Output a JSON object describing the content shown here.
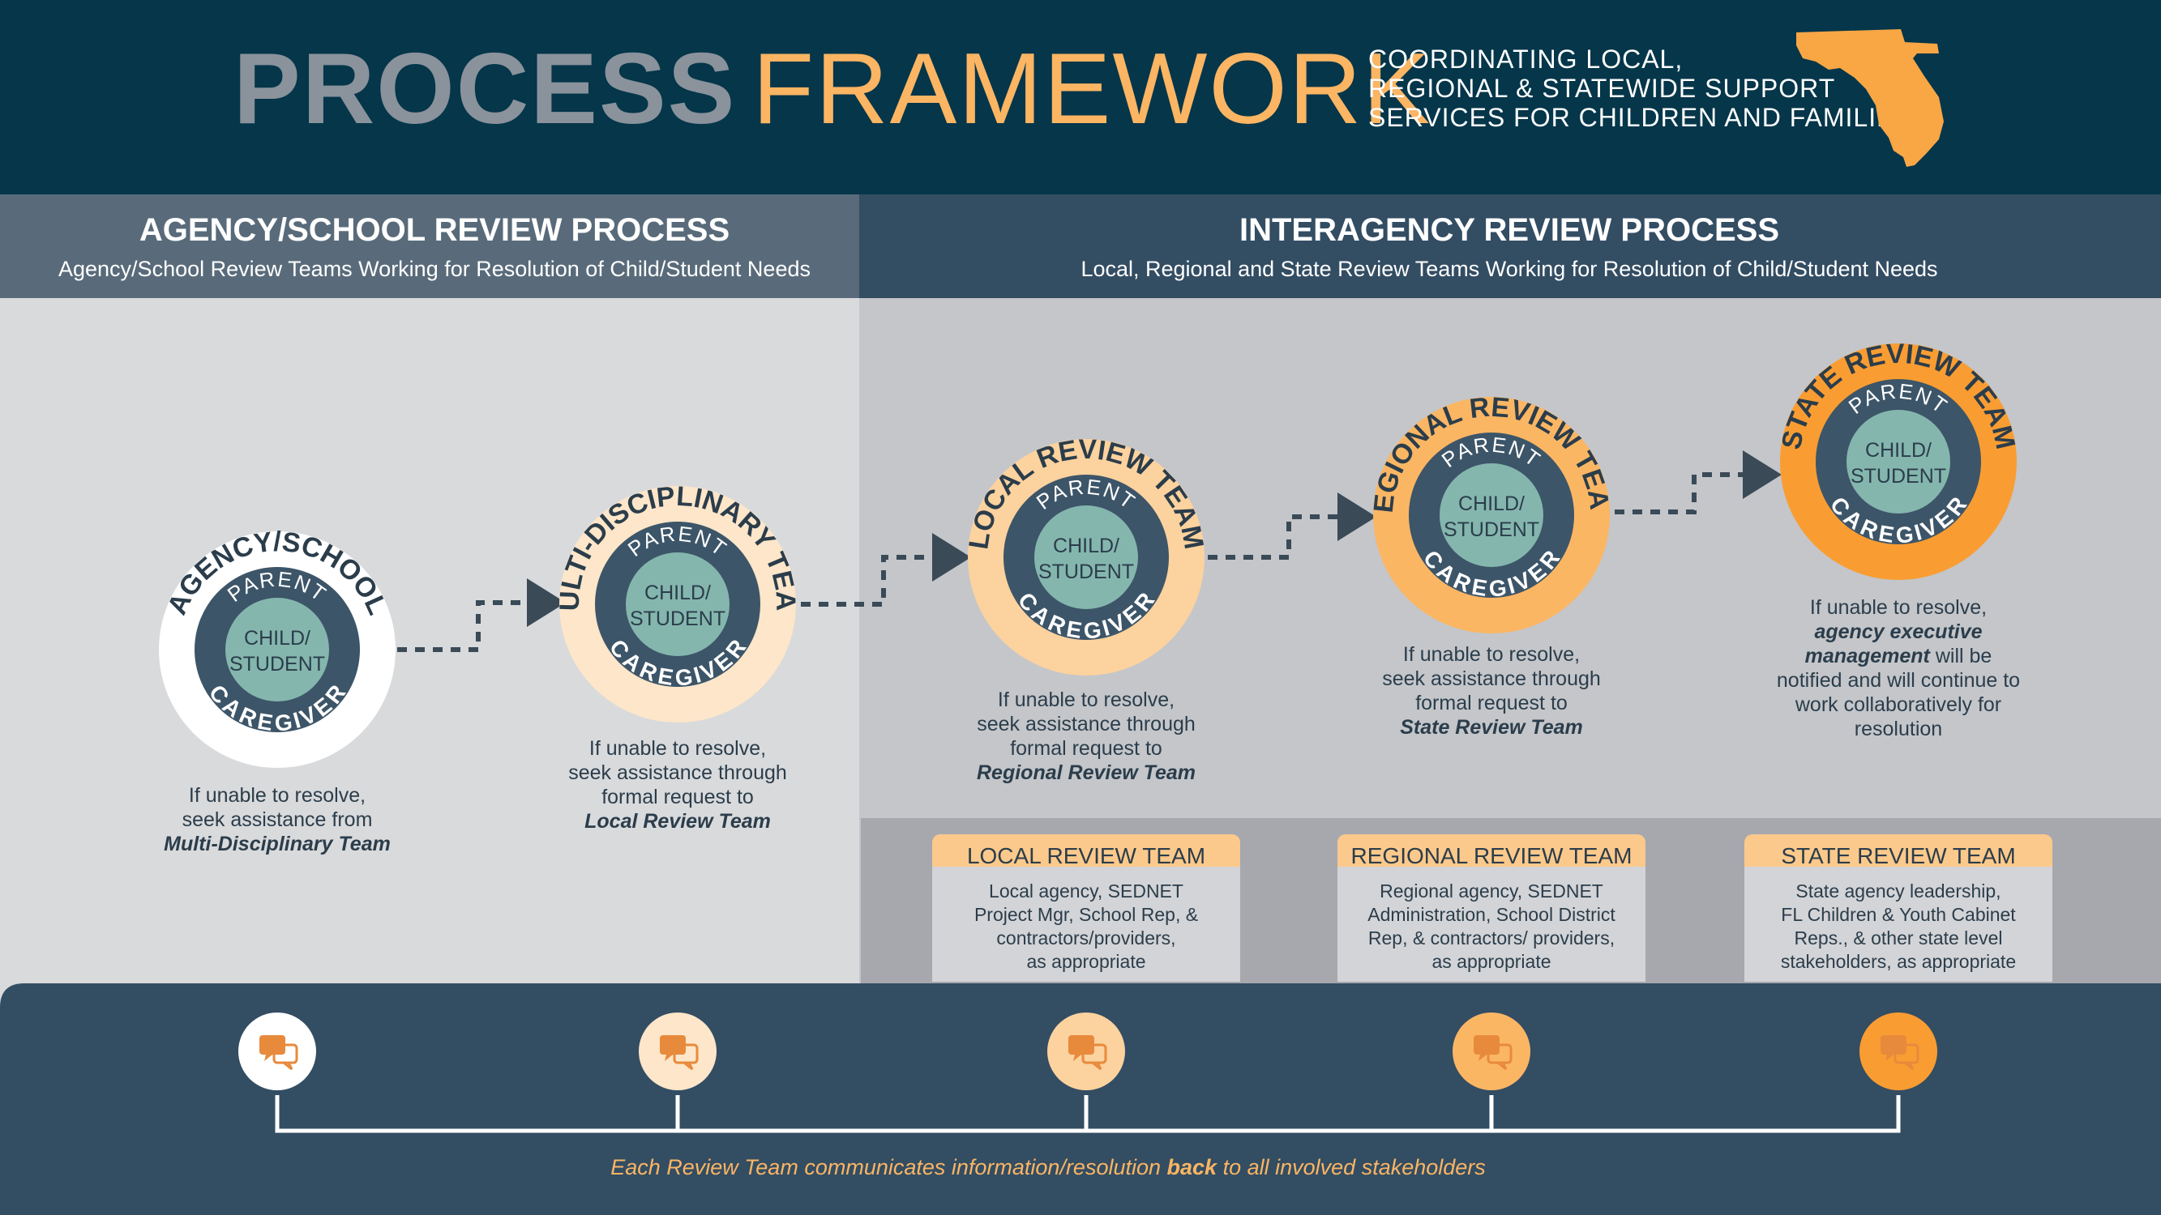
{
  "header": {
    "title_part1": "PROCESS",
    "title_part2": "FRAMEWORK",
    "tagline": [
      "COORDINATING LOCAL,",
      "REGIONAL & STATEWIDE SUPPORT",
      "SERVICES FOR CHILDREN AND FAMILIES"
    ],
    "icon": "florida-map-icon"
  },
  "sections": {
    "agency": {
      "title": "AGENCY/SCHOOL REVIEW PROCESS",
      "subtitle": "Agency/School Review Teams Working for Resolution of Child/Student Needs"
    },
    "interagency": {
      "title": "INTERAGENCY REVIEW PROCESS",
      "subtitle": "Local, Regional and State Review Teams Working for Resolution of Child/Student Needs"
    }
  },
  "ring_labels": {
    "parent": "PARENT",
    "child": "CHILD/",
    "student": "STUDENT",
    "caregiver": "CAREGIVER"
  },
  "stages": [
    {
      "team": "AGENCY/SCHOOL",
      "ring_color": "#ffffff",
      "note_lines": [
        "If unable to resolve,",
        "seek assistance from"
      ],
      "note_bold": [
        "Multi-Disciplinary Team"
      ]
    },
    {
      "team": "MULTI-DISCIPLINARY TEAM",
      "ring_color": "#fde6c9",
      "note_lines": [
        "If unable to resolve,",
        "seek assistance through",
        "formal request to"
      ],
      "note_bold": [
        "Local Review Team"
      ]
    },
    {
      "team": "LOCAL REVIEW TEAM",
      "ring_color": "#fcd29e",
      "note_lines": [
        "If unable to resolve,",
        "seek assistance through",
        "formal request to"
      ],
      "note_bold": [
        "Regional Review Team"
      ]
    },
    {
      "team": "REGIONAL REVIEW TEAM",
      "ring_color": "#fbb664",
      "note_lines": [
        "If unable to resolve,",
        "seek assistance through",
        "formal request to"
      ],
      "note_bold": [
        "State Review Team"
      ]
    },
    {
      "team": "STATE REVIEW TEAM",
      "ring_color": "#f99d32",
      "note_lines": [
        "If unable to resolve,"
      ],
      "note_bold": [
        "agency executive",
        "management"
      ],
      "note_tail": "will be",
      "note_after": [
        "notified and will continue to",
        "work collaboratively for",
        "resolution"
      ]
    }
  ],
  "members": [
    {
      "title": "LOCAL REVIEW TEAM",
      "lines": [
        "Local agency, SEDNET",
        "Project Mgr, School Rep, &",
        "contractors/providers,",
        "as appropriate"
      ]
    },
    {
      "title": "REGIONAL REVIEW TEAM",
      "lines": [
        "Regional agency, SEDNET",
        "Administration, School District",
        "Rep, & contractors/ providers,",
        "as appropriate"
      ]
    },
    {
      "title": "STATE REVIEW TEAM",
      "lines": [
        "State agency leadership,",
        "FL Children & Youth Cabinet",
        "Reps., & other state level",
        "stakeholders, as appropriate"
      ]
    }
  ],
  "footer": {
    "text_before": "Each Review Team communicates information/resolution",
    "text_bold": "back",
    "text_after": "to all involved stakeholders",
    "icons": [
      "chat-bubbles-icon",
      "chat-bubbles-icon",
      "chat-bubbles-icon",
      "chat-bubbles-icon",
      "chat-bubbles-icon"
    ],
    "icon_colors": [
      "#ffffff",
      "#fde6c9",
      "#fcd29e",
      "#fbb664",
      "#f99d32"
    ]
  },
  "colors": {
    "navy": "#05364a",
    "slate": "#334d63",
    "teal": "#84b6ae",
    "ring_dark": "#3d5568",
    "orange": "#fbb563",
    "gray_title": "#8a929c"
  }
}
